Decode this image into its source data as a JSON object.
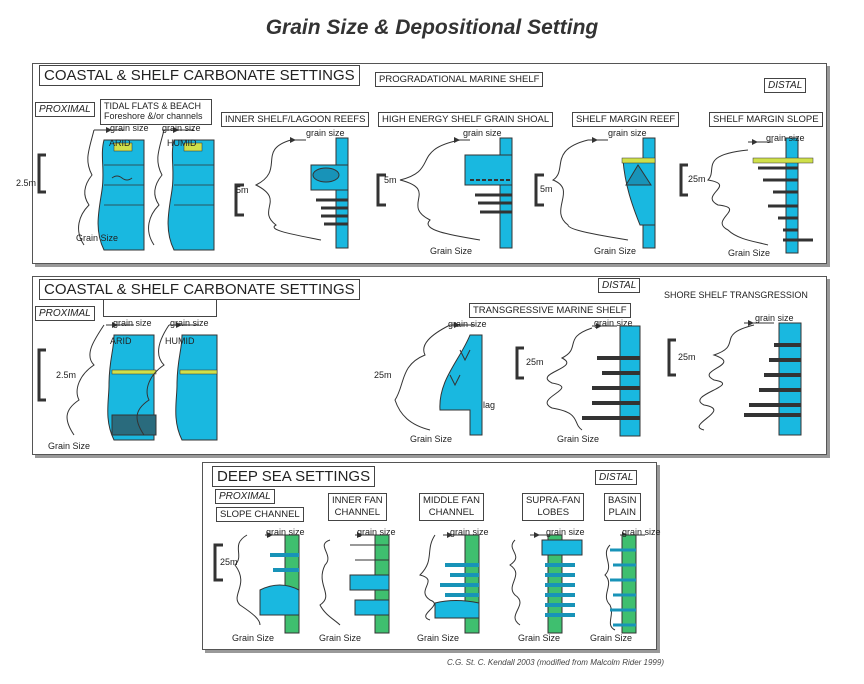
{
  "title": "Grain Size & Depositional Setting",
  "credit": "C.G. St. C. Kendall 2003 (modified from Malcolm Rider 1999)",
  "colors": {
    "carbonate": "#19b8e0",
    "deep": "#3fbf6f",
    "yellow": "#cfe04a",
    "ink": "#222222"
  },
  "common": {
    "grain_size_top": "grain size",
    "grain_size_bottom": "Grain Size"
  },
  "panel1": {
    "title": "COASTAL & SHELF CARBONATE SETTINGS",
    "subtitle": "PROGRADATIONAL MARINE SHELF",
    "proximal": "PROXIMAL",
    "distal": "DISTAL",
    "tidal_line1": "TIDAL FLATS & BEACH",
    "tidal_line2": "Foreshore &/or channels",
    "arid": "ARID",
    "humid": "HUMID",
    "scale_tidal": "2.5m",
    "settings": [
      {
        "label": "INNER SHELF/LAGOON REEFS",
        "scale": "5m"
      },
      {
        "label": "HIGH ENERGY SHELF GRAIN SHOAL",
        "scale": "5m"
      },
      {
        "label": "SHELF MARGIN REEF",
        "scale": "5m"
      },
      {
        "label": "SHELF MARGIN SLOPE",
        "scale": "25m"
      }
    ]
  },
  "panel2": {
    "title": "COASTAL & SHELF CARBONATE SETTINGS",
    "proximal": "PROXIMAL",
    "distal": "DISTAL",
    "arid": "ARID",
    "humid": "HUMID",
    "scale_tidal": "2.5m",
    "transgressive": "TRANSGRESSIVE MARINE SHELF",
    "shore": "SHORE SHELF TRANSGRESSION",
    "scale_a": "25m",
    "scale_b": "25m",
    "scale_c": "25m",
    "lag": "lag"
  },
  "panel3": {
    "title": "DEEP SEA SETTINGS",
    "proximal": "PROXIMAL",
    "distal": "DISTAL",
    "scale": "25m",
    "settings": [
      {
        "line1": "SLOPE CHANNEL",
        "line2": ""
      },
      {
        "line1": "INNER FAN",
        "line2": "CHANNEL"
      },
      {
        "line1": "MIDDLE FAN",
        "line2": "CHANNEL"
      },
      {
        "line1": "SUPRA-FAN",
        "line2": "LOBES"
      },
      {
        "line1": "BASIN",
        "line2": "PLAIN"
      }
    ]
  }
}
